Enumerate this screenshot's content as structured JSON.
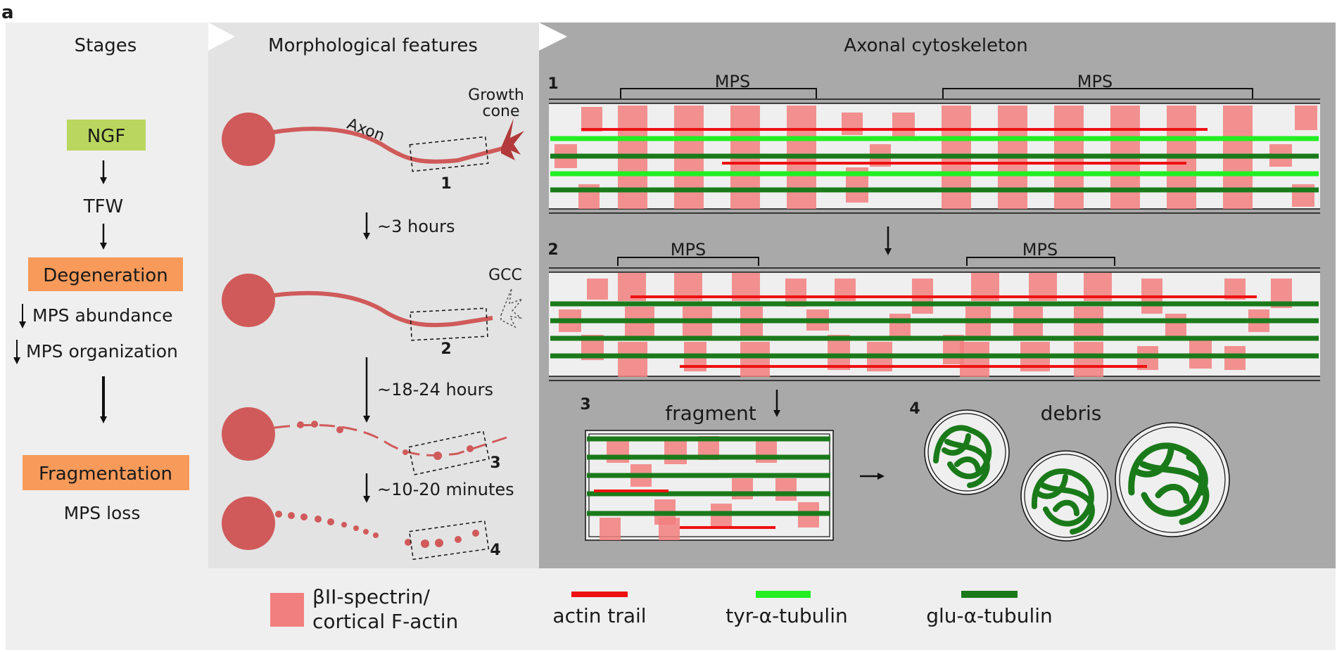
{
  "figure": {
    "panel_letter": "a",
    "colors": {
      "spectrin": "#f27f7f",
      "actin": "#ee1111",
      "tyr_tubulin": "#22ee22",
      "glu_tubulin": "#1a7a1a",
      "neuron": "#d05a5a",
      "ngf_box": "#b9d65e",
      "stage_box": "#f79a5a",
      "stage_panel": "#efefef",
      "morph_panel": "#e3e3e3",
      "cyto_panel": "#a9a9a9"
    }
  },
  "headers": {
    "stages": "Stages",
    "morphological": "Morphological features",
    "cytoskeleton": "Axonal cytoskeleton"
  },
  "stages": {
    "ngf": "NGF",
    "tfw": "TFW",
    "degeneration": "Degeneration",
    "mps_abundance": "MPS abundance",
    "mps_organization": "MPS organization",
    "fragmentation": "Fragmentation",
    "mps_loss": "MPS loss"
  },
  "morphology": {
    "axon": "Axon",
    "growth_cone_line1": "Growth",
    "growth_cone_line2": "cone",
    "gcc": "GCC",
    "box1": "1",
    "box2": "2",
    "box3": "3",
    "box4": "4",
    "time1": "~3 hours",
    "time2": "~18-24 hours",
    "time3": "~10-20 minutes"
  },
  "cytoskeleton": {
    "panel1_num": "1",
    "panel2_num": "2",
    "panel3_num": "3",
    "panel4_num": "4",
    "mps": "MPS",
    "fragment": "fragment",
    "debris": "debris"
  },
  "legend": {
    "spectrin_line1": "βII-spectrin/",
    "spectrin_line2": "cortical F-actin",
    "actin_trail": "actin trail",
    "tyr_tubulin": "tyr-α-tubulin",
    "glu_tubulin": "glu-α-tubulin"
  }
}
